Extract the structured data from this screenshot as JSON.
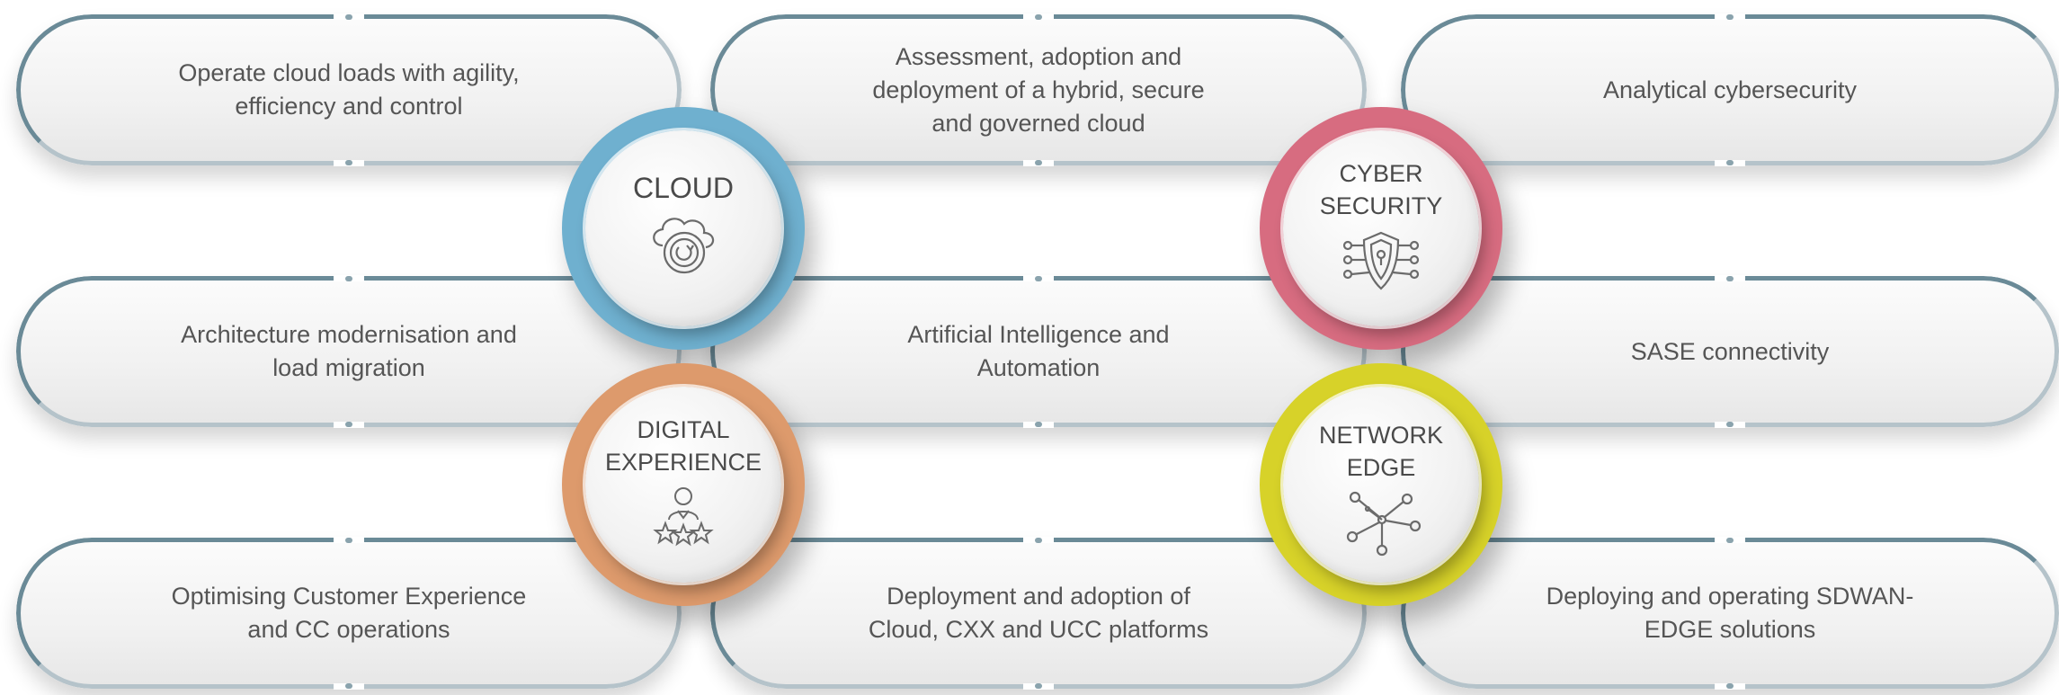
{
  "pills": {
    "r1c1": "Operate cloud loads with agility,\nefficiency and control",
    "r1c2": "Assessment, adoption and\ndeployment of a hybrid, secure\nand governed cloud",
    "r1c3": "Analytical cybersecurity",
    "r2c1": "Architecture modernisation  and\nload migration",
    "r2c2": "Artificial Intelligence and\nAutomation",
    "r2c3": "SASE connectivity",
    "r3c1": "Optimising Customer Experience\nand CC operations",
    "r3c2": "Deployment and adoption of\nCloud, CXX and UCC platforms",
    "r3c3": "Deploying and operating SDWAN-\nEDGE solutions"
  },
  "circles": {
    "cloud": {
      "label": "CLOUD",
      "color": "#6fb0cf",
      "icon": "cloud-refresh-icon"
    },
    "cyber": {
      "label": "CYBER\nSECURITY",
      "color": "#d76c80",
      "icon": "shield-lock-icon"
    },
    "digital": {
      "label": "DIGITAL\nEXPERIENCE",
      "color": "#dd9a6c",
      "icon": "person-stars-icon"
    },
    "network": {
      "label": "NETWORK\nEDGE",
      "color": "#d7d229",
      "icon": "network-hub-icon"
    }
  }
}
